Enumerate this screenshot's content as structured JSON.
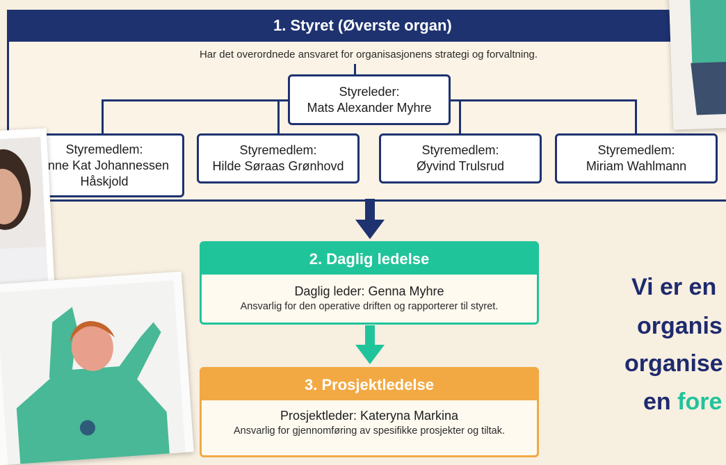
{
  "board": {
    "title": "1. Styret (Øverste organ)",
    "description": "Har det overordnede ansvaret for organisasjonens strategi og forvaltning.",
    "chair": {
      "role": "Styreleder:",
      "name": "Mats Alexander Myhre"
    },
    "members": [
      {
        "role": "Styremedlem:",
        "name": "Anne Kat Johannessen",
        "name2": "Håskjold"
      },
      {
        "role": "Styremedlem:",
        "name": "Hilde Søraas Grønhovd"
      },
      {
        "role": "Styremedlem:",
        "name": "Øyvind Trulsrud"
      },
      {
        "role": "Styremedlem:",
        "name": "Miriam Wahlmann"
      }
    ]
  },
  "management": {
    "title": "2. Daglig ledelse",
    "leader": "Daglig leder: Genna Myhre",
    "description": "Ansvarlig for den operative driften og rapporterer til styret."
  },
  "projects": {
    "title": "3. Prosjektledelse",
    "leader": "Prosjektleder: Kateryna Markina",
    "description": "Ansvarlig for gjennomføring av spesifikke prosjekter og tiltak."
  },
  "slogan": {
    "line1": "Vi er en",
    "line2": "organis",
    "line3": "organise",
    "line4_prefix": "en ",
    "line4_accent": "fore"
  },
  "colors": {
    "board": "#1e3270",
    "management": "#20c49b",
    "projects": "#f2a944",
    "background": "#f7efe0"
  }
}
